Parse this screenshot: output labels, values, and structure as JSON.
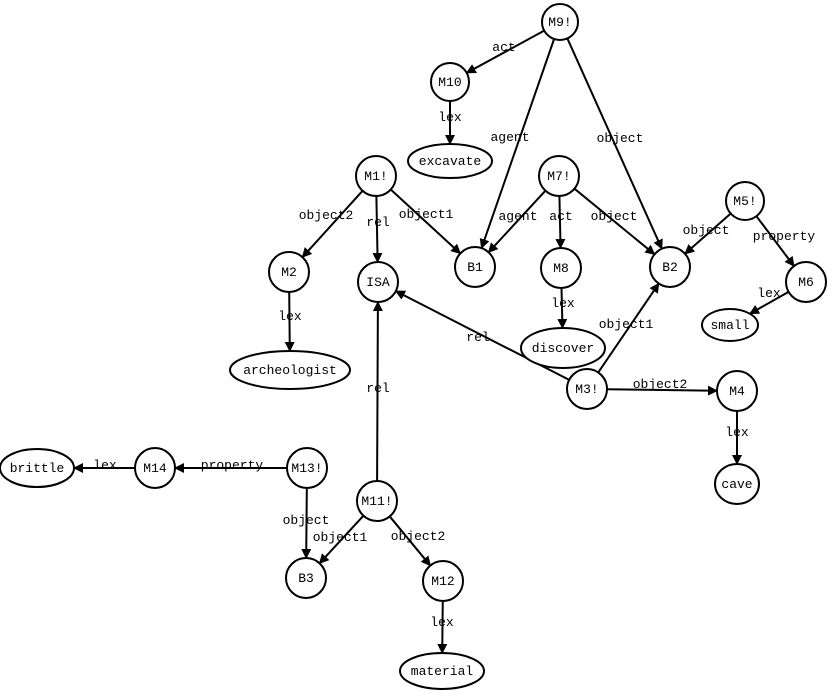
{
  "nodes": {
    "M9": "M9!",
    "M10": "M10",
    "excavate": "excavate",
    "M1": "M1!",
    "M7": "M7!",
    "M5": "M5!",
    "M2": "M2",
    "ISA": "ISA",
    "B1": "B1",
    "M8": "M8",
    "B2": "B2",
    "M6": "M6",
    "small": "small",
    "discover": "discover",
    "archeologist": "archeologist",
    "M3": "M3!",
    "M4": "M4",
    "cave": "cave",
    "brittle": "brittle",
    "M14": "M14",
    "M13": "M13!",
    "M11": "M11!",
    "B3": "B3",
    "M12": "M12",
    "material": "material"
  },
  "edges": [
    {
      "from": "M9",
      "to": "M10",
      "label": "act"
    },
    {
      "from": "M9",
      "to": "B1",
      "label": "agent"
    },
    {
      "from": "M9",
      "to": "B2",
      "label": "object"
    },
    {
      "from": "M10",
      "to": "excavate",
      "label": "lex"
    },
    {
      "from": "M1",
      "to": "M2",
      "label": "object2"
    },
    {
      "from": "M1",
      "to": "ISA",
      "label": "rel"
    },
    {
      "from": "M1",
      "to": "B1",
      "label": "object1"
    },
    {
      "from": "M7",
      "to": "B1",
      "label": "agent"
    },
    {
      "from": "M7",
      "to": "M8",
      "label": "act"
    },
    {
      "from": "M7",
      "to": "B2",
      "label": "object"
    },
    {
      "from": "M5",
      "to": "B2",
      "label": "object"
    },
    {
      "from": "M5",
      "to": "M6",
      "label": "property"
    },
    {
      "from": "M2",
      "to": "archeologist",
      "label": "lex"
    },
    {
      "from": "M8",
      "to": "discover",
      "label": "lex"
    },
    {
      "from": "M6",
      "to": "small",
      "label": "lex"
    },
    {
      "from": "M3",
      "to": "ISA",
      "label": "rel"
    },
    {
      "from": "M3",
      "to": "B2",
      "label": "object1"
    },
    {
      "from": "M3",
      "to": "M4",
      "label": "object2"
    },
    {
      "from": "M4",
      "to": "cave",
      "label": "lex"
    },
    {
      "from": "M11",
      "to": "ISA",
      "label": "rel"
    },
    {
      "from": "M13",
      "to": "M14",
      "label": "property"
    },
    {
      "from": "M14",
      "to": "brittle",
      "label": "lex"
    },
    {
      "from": "M13",
      "to": "B3",
      "label": "object"
    },
    {
      "from": "M11",
      "to": "B3",
      "label": "object1"
    },
    {
      "from": "M11",
      "to": "M12",
      "label": "object2"
    },
    {
      "from": "M12",
      "to": "material",
      "label": "lex"
    }
  ]
}
